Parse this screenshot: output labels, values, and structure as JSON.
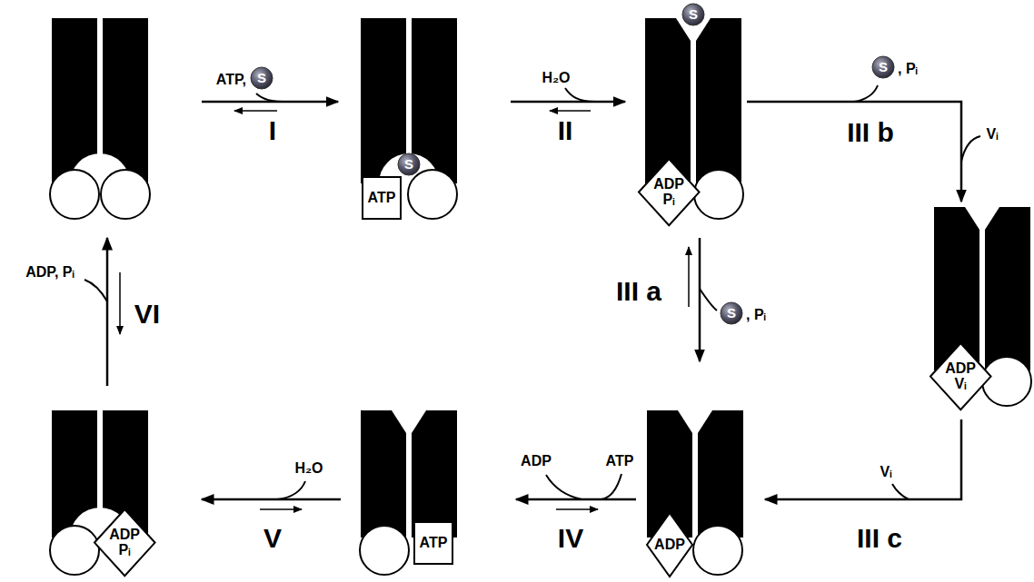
{
  "diagram": {
    "nodes": [
      {
        "text": [
          "S"
        ]
      },
      {
        "text": [
          "S"
        ]
      },
      {
        "text": [
          "ATP"
        ]
      },
      {
        "text": [
          "S"
        ]
      },
      {
        "text": [
          "ADP Pᵢ"
        ]
      },
      {
        "text": [
          "S"
        ]
      },
      {
        "text": [
          "ADP Vᵢ"
        ]
      },
      {
        "text": [
          "S"
        ]
      },
      {
        "text": [
          "ADP"
        ]
      },
      {
        "text": [
          "ATP"
        ]
      },
      {
        "text": [
          "ADP Pᵢ"
        ]
      }
    ],
    "labels": [
      "ATP,",
      "I",
      "H₂O",
      "II",
      ", Pᵢ",
      "Vᵢ",
      "III b",
      ", Pᵢ",
      "III a",
      "Vᵢ",
      "III c",
      "ADP",
      "ATP",
      "IV",
      "H₂O",
      "V",
      "ADP, Pᵢ",
      "VI"
    ]
  }
}
